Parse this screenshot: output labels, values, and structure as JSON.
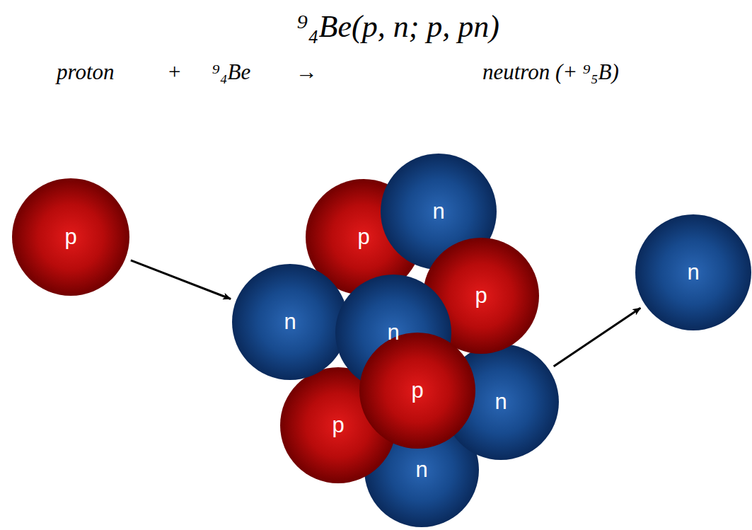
{
  "diagram": {
    "title": "⁹₄Be(p, n; p, pn)",
    "nodes": [
      {
        "text": [
          "p"
        ]
      },
      {
        "text": [
          "n"
        ]
      },
      {
        "text": [
          "p"
        ]
      },
      {
        "text": [
          "n"
        ]
      },
      {
        "text": [
          "p"
        ]
      },
      {
        "text": [
          "n"
        ]
      },
      {
        "text": [
          "p"
        ]
      },
      {
        "text": [
          "n"
        ]
      },
      {
        "text": [
          "n"
        ]
      },
      {
        "text": [
          "p"
        ]
      },
      {
        "text": [
          "n"
        ]
      }
    ],
    "edges": [
      {
        "from": 0,
        "to": 7,
        "arrow": "to"
      },
      {
        "from": 3,
        "to": 10,
        "arrow": "to"
      }
    ],
    "labels": [
      "proton",
      "+",
      "⁹₄Be",
      "→",
      "neutron (+ ⁹₅B)"
    ]
  }
}
